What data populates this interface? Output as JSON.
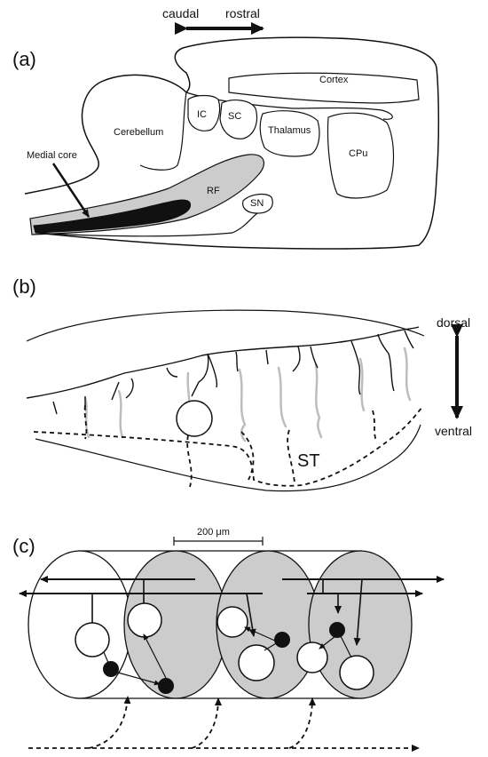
{
  "panel_a": {
    "tag": "(a)",
    "orientation": {
      "left_label": "caudal",
      "right_label": "rostral"
    },
    "regions": {
      "cortex": "Cortex",
      "cerebellum": "Cerebellum",
      "ic": "IC",
      "sc": "SC",
      "thalamus": "Thalamus",
      "cpu": "CPu",
      "rf": "RF",
      "sn": "SN"
    },
    "callout": "Medial core"
  },
  "panel_b": {
    "tag": "(b)",
    "dorsal_label": "dorsal",
    "ventral_label": "ventral",
    "st_label": "ST"
  },
  "panel_c": {
    "tag": "(c)",
    "scale_bar": "200 μm"
  },
  "colors": {
    "gray_fill": "#cccccc",
    "gray_fiber": "#bdbdbd",
    "black": "#111111"
  }
}
